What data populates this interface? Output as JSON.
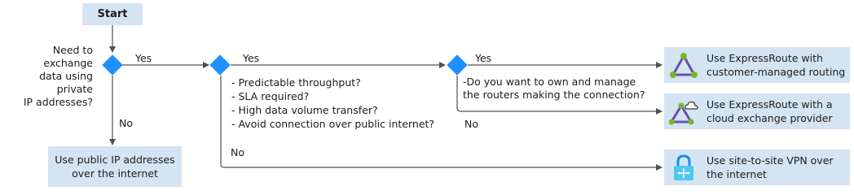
{
  "start": "Start",
  "q1": "Need to exchange\ndata using private\nIP addresses?",
  "q2": "- Predictable throughput?\n- SLA required?\n- High data volume transfer?\n- Avoid connection over public internet?",
  "q3": "-Do you want to own and manage\nthe routers making the connection?",
  "labels": {
    "yes1": "Yes",
    "yes2": "Yes",
    "yes3": "Yes",
    "no1": "No",
    "no2": "No",
    "no3": "No"
  },
  "public": "Use public IP addresses\nover the internet",
  "options": [
    {
      "text": "Use ExpressRoute with\ncustomer-managed routing",
      "icon": "expressroute-icon"
    },
    {
      "text": "Use ExpressRoute with a\ncloud exchange provider",
      "icon": "expressroute-cloud-icon"
    },
    {
      "text": "Use site-to-site VPN over\nthe internet",
      "icon": "vpn-lock-icon"
    }
  ],
  "colors": {
    "box": "#d5e4f3",
    "diamond": "#1e90ff",
    "line": "#505050"
  }
}
